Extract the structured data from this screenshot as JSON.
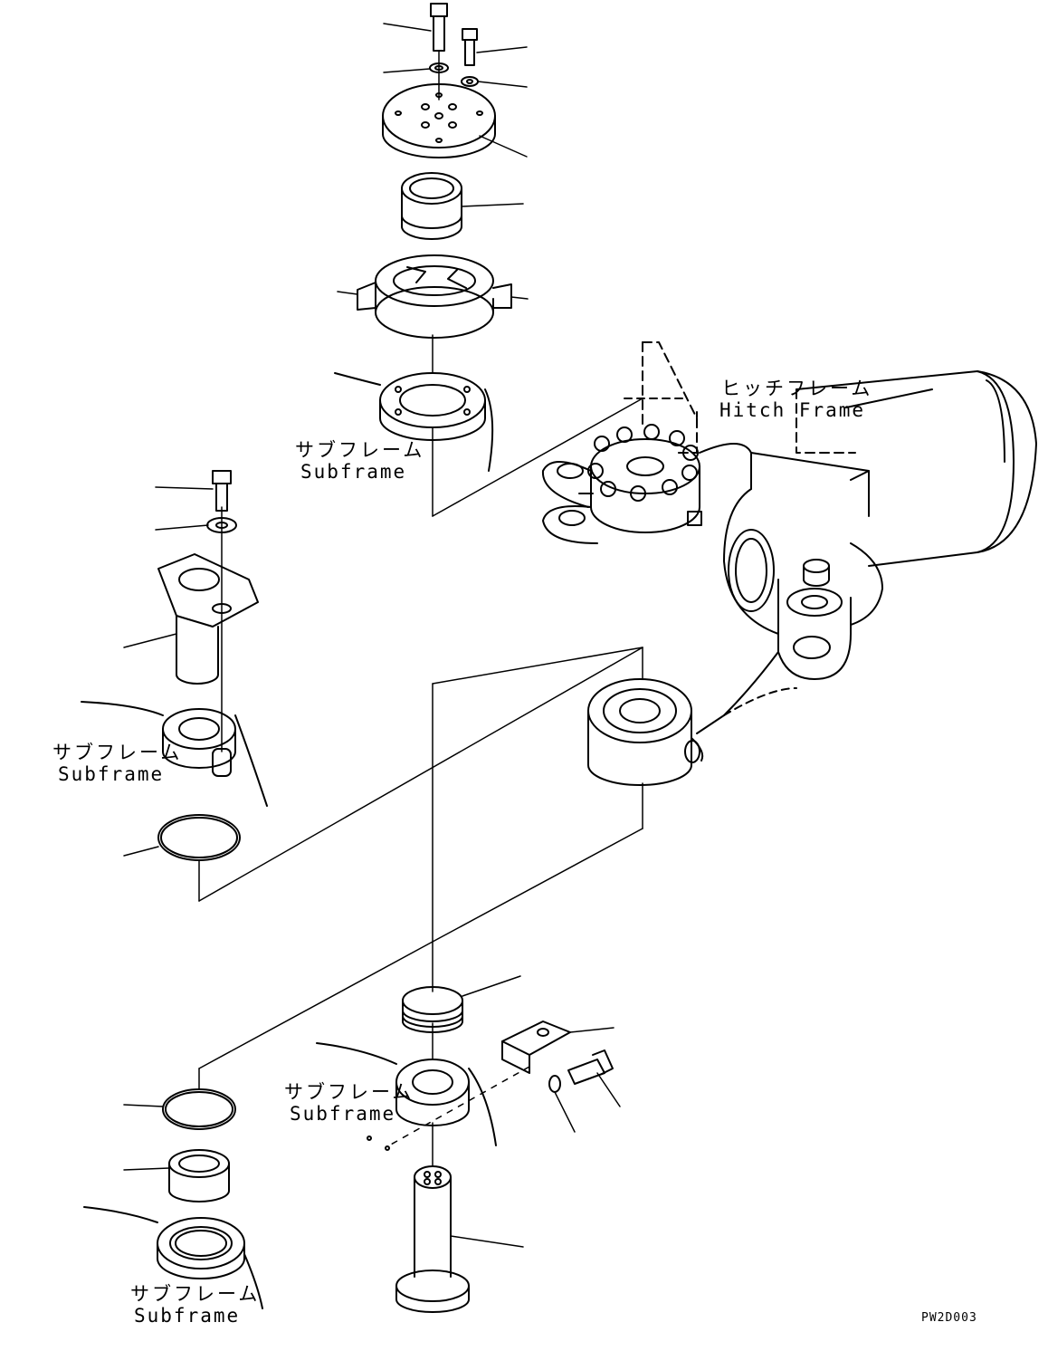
{
  "labels": {
    "hitch_frame_jp": "ヒッチフレーム",
    "hitch_frame_en": "Hitch Frame",
    "subframe_jp": "サブフレーム",
    "subframe_en": "Subframe"
  },
  "drawing_code": "PW2D003"
}
